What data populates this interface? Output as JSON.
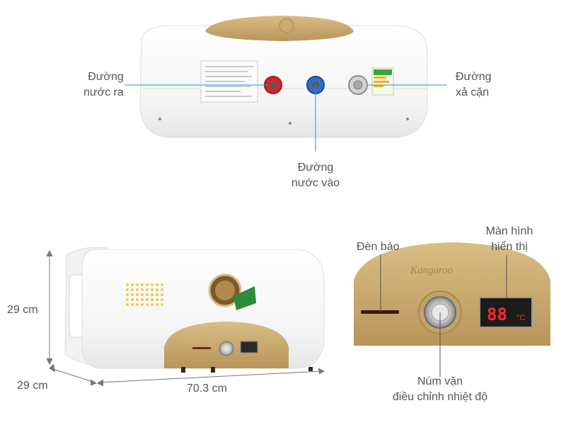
{
  "top_view": {
    "outlet_label_l1": "Đường",
    "outlet_label_l2": "nước ra",
    "inlet_label_l1": "Đường",
    "inlet_label_l2": "nước vào",
    "drain_label_l1": "Đường",
    "drain_label_l2": "xả cặn"
  },
  "dimensions": {
    "height": "29 cm",
    "depth": "29 cm",
    "width": "70.3 cm"
  },
  "panel": {
    "indicator_label": "Đèn báo",
    "display_label_l1": "Màn hình",
    "display_label_l2": "hiển thị",
    "knob_label_l1": "Núm vặn",
    "knob_label_l2": "điều chỉnh nhiệt độ",
    "brand_logo_text": "Kangaroo",
    "display_value": "88",
    "display_unit": "°C"
  },
  "colors": {
    "gold": "#c9a96a",
    "gold_dark": "#a88a4e",
    "red_port": "#d6252a",
    "blue_port": "#2a6fd0",
    "display_red": "#ff2a2a",
    "pointer_line": "#1a9ad6"
  }
}
